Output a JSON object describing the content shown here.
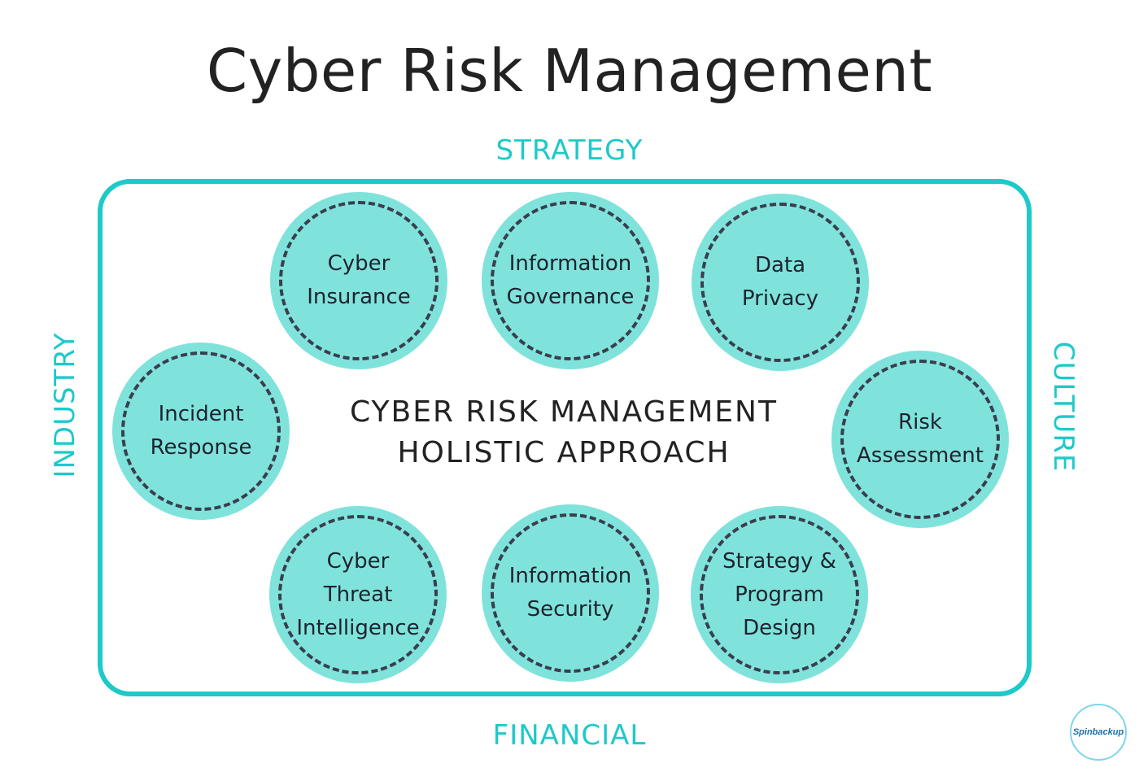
{
  "title": "Cyber Risk Management",
  "sides": {
    "top": "STRATEGY",
    "bottom": "FINANCIAL",
    "left": "INDUSTRY",
    "right": "CULTURE"
  },
  "center": {
    "line1": "CYBER RISK MANAGEMENT",
    "line2": "HOLISTIC APPROACH"
  },
  "components": [
    {
      "lines": [
        "Cyber",
        "Insurance"
      ]
    },
    {
      "lines": [
        "Information",
        "Governance"
      ]
    },
    {
      "lines": [
        "Data",
        "Privacy"
      ]
    },
    {
      "lines": [
        "Incident",
        "Response"
      ]
    },
    {
      "lines": [
        "Risk",
        "Assessment"
      ]
    },
    {
      "lines": [
        "Cyber",
        "Threat",
        "Intelligence"
      ]
    },
    {
      "lines": [
        "Information",
        "Security"
      ]
    },
    {
      "lines": [
        "Strategy &",
        "Program",
        "Design"
      ]
    }
  ],
  "logo": {
    "text": "Spinbackup"
  },
  "colors": {
    "accent": "#1ec9c9",
    "circle_fill": "#7fe3dc",
    "dash": "#3a3e4e",
    "text": "#222222"
  }
}
